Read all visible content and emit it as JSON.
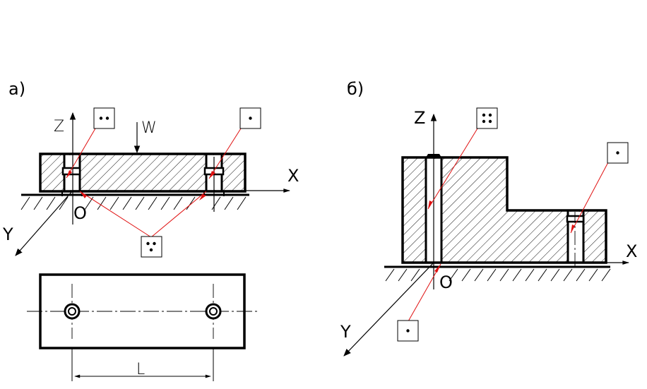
{
  "diagram_a": {
    "label": "а)",
    "axis_z": "Z",
    "axis_x": "X",
    "axis_y": "Y",
    "origin": "O",
    "force": "W",
    "dimension": "L",
    "symbol_two_dots": "two-point-support-symbol",
    "symbol_one_dot": "one-point-support-symbol",
    "symbol_three_dots": "three-point-support-symbol"
  },
  "diagram_b": {
    "label": "б)",
    "axis_z": "Z",
    "axis_x": "X",
    "axis_y": "Y",
    "origin": "O",
    "symbol_four_dots": "four-point-support-symbol",
    "symbol_one_dot_right": "one-point-support-symbol",
    "symbol_one_dot_bottom": "one-point-support-symbol"
  },
  "colors": {
    "line": "#000000",
    "leader": "#e01010",
    "background": "#ffffff"
  }
}
